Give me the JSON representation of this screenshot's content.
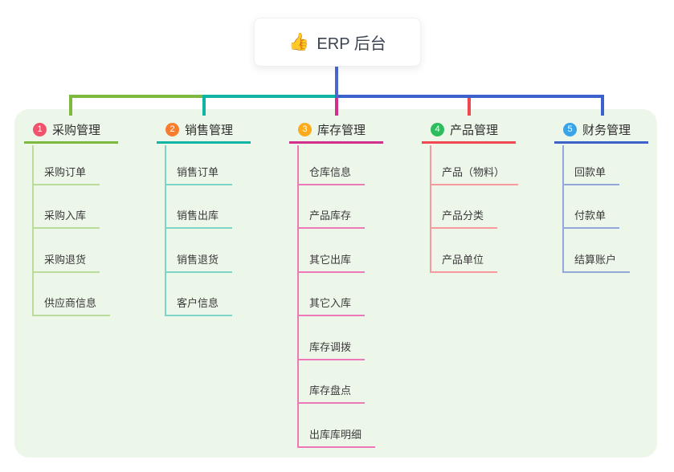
{
  "root": {
    "icon": "👍",
    "label": "ERP 后台"
  },
  "canvas": {
    "background": "#ffffff",
    "panel_background": "#edf7e9",
    "root_connector_color": "#4b66d2"
  },
  "branches": [
    {
      "index": "1",
      "label": "采购管理",
      "badge_color": "#f0536b",
      "line_color": "#7cb93e",
      "child_line_color": "#b9dc9b",
      "children": [
        "采购订单",
        "采购入库",
        "采购退货",
        "供应商信息"
      ]
    },
    {
      "index": "2",
      "label": "销售管理",
      "badge_color": "#f87e2f",
      "line_color": "#10b4a4",
      "child_line_color": "#7fd4c8",
      "children": [
        "销售订单",
        "销售出库",
        "销售退货",
        "客户信息"
      ]
    },
    {
      "index": "3",
      "label": "库存管理",
      "badge_color": "#fcab1c",
      "line_color": "#d22f8d",
      "child_line_color": "#ee79b8",
      "children": [
        "仓库信息",
        "产品库存",
        "其它出库",
        "其它入库",
        "库存调拨",
        "库存盘点",
        "出库库明细"
      ]
    },
    {
      "index": "4",
      "label": "产品管理",
      "badge_color": "#2dbd5c",
      "line_color": "#f04850",
      "child_line_color": "#f79aa0",
      "children": [
        "产品（物料）",
        "产品分类",
        "产品单位"
      ]
    },
    {
      "index": "5",
      "label": "财务管理",
      "badge_color": "#39a4e9",
      "line_color": "#3c61c9",
      "child_line_color": "#92a8dc",
      "children": [
        "回款单",
        "付款单",
        "结算账户"
      ]
    }
  ]
}
